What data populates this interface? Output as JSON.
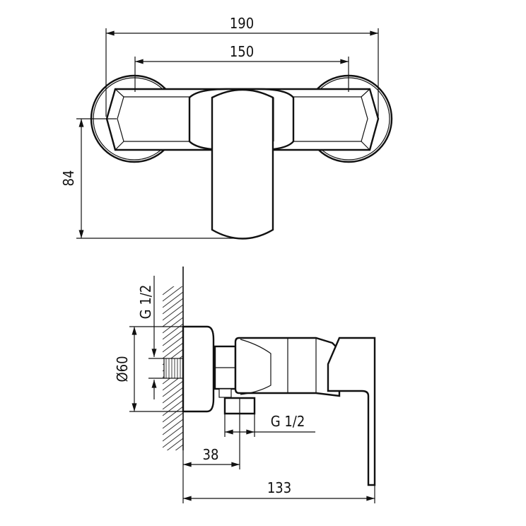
{
  "drawing": {
    "top_view": {
      "dim_total_width": "190",
      "dim_center_distance": "150",
      "dim_depth": "84"
    },
    "side_view": {
      "dim_inlet_thread": "G 1/2",
      "dim_plate_diameter": "Ø60",
      "dim_outlet_thread": "G 1/2",
      "dim_outlet_offset": "38",
      "dim_total_projection": "133"
    },
    "colors": {
      "line": "#111111",
      "background": "#ffffff"
    }
  }
}
